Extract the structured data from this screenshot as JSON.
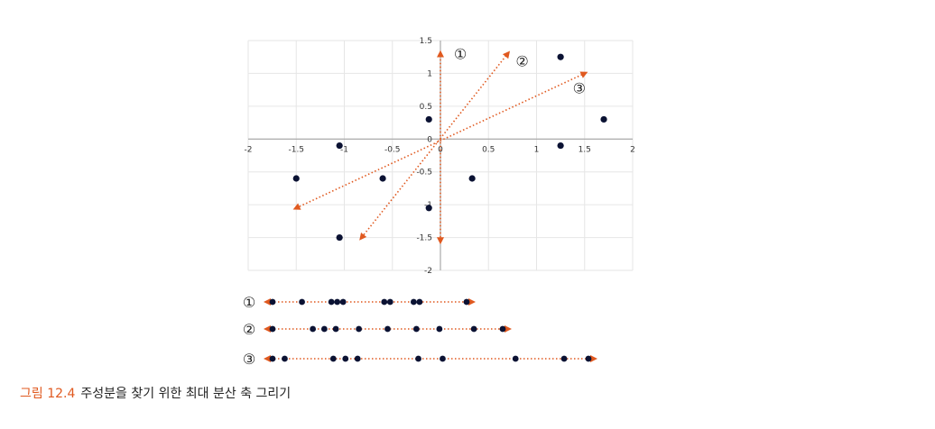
{
  "chart_data": [
    {
      "type": "scatter",
      "xlim": [
        -2,
        2
      ],
      "ylim": [
        -2,
        1.5
      ],
      "x_ticks": [
        "-2",
        "-1.5",
        "-1",
        "-0.5",
        "0",
        "0.5",
        "1",
        "1.5",
        "2"
      ],
      "y_ticks": [
        "1.5",
        "1",
        "0.5",
        "0",
        "-0.5",
        "-1",
        "-1.5",
        "-2"
      ],
      "grid": true,
      "points": [
        {
          "x": -1.5,
          "y": -0.6
        },
        {
          "x": -1.05,
          "y": -0.1
        },
        {
          "x": -1.05,
          "y": -1.5
        },
        {
          "x": -0.6,
          "y": -0.6
        },
        {
          "x": -0.12,
          "y": 0.3
        },
        {
          "x": -0.12,
          "y": -1.05
        },
        {
          "x": 0.33,
          "y": -0.6
        },
        {
          "x": 1.25,
          "y": 1.25
        },
        {
          "x": 1.25,
          "y": -0.1
        },
        {
          "x": 1.7,
          "y": 0.3
        }
      ],
      "axes_candidates": [
        {
          "label": "①",
          "from": [
            0,
            -1.55
          ],
          "to": [
            0,
            1.3
          ]
        },
        {
          "label": "②",
          "from": [
            -0.82,
            -1.5
          ],
          "to": [
            0.7,
            1.3
          ]
        },
        {
          "label": "③",
          "from": [
            -1.5,
            -1.05
          ],
          "to": [
            1.5,
            1.0
          ]
        }
      ],
      "arrow_color": "#e0591f",
      "point_color": "#0b1233"
    },
    {
      "type": "projection",
      "lines": [
        {
          "label": "①",
          "points": [
            -1.55,
            -1.3,
            -1.05,
            -1.0,
            -0.95,
            -0.6,
            -0.55,
            -0.35,
            -0.3,
            0.1
          ]
        },
        {
          "label": "②",
          "points": [
            -1.55,
            -1.2,
            -1.1,
            -1.0,
            -0.8,
            -0.55,
            -0.3,
            -0.1,
            0.2,
            0.45
          ]
        },
        {
          "label": "③",
          "points": [
            -1.55,
            -1.45,
            -1.05,
            -0.95,
            -0.85,
            -0.35,
            -0.15,
            0.45,
            0.85,
            1.05
          ]
        }
      ]
    }
  ],
  "caption": {
    "label": "그림 12.4",
    "text": "주성분을 찾기 위한 최대 분산 축 그리기"
  }
}
